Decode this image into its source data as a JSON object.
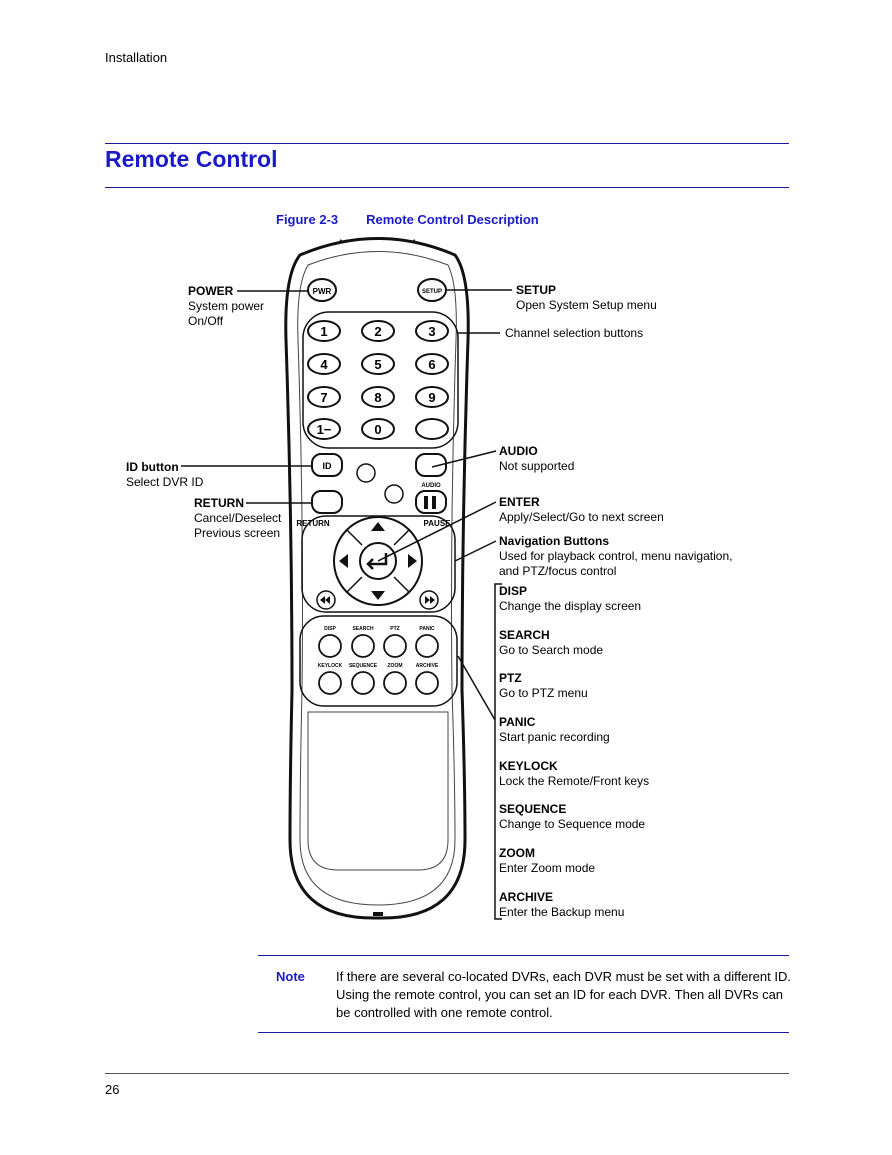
{
  "header": {
    "section": "Installation"
  },
  "section_title": "Remote Control",
  "figure": {
    "number": "Figure 2-3",
    "title": "Remote Control Description"
  },
  "remote_labels": {
    "pwr": "PWR",
    "setup": "SETUP",
    "digits": [
      "1",
      "2",
      "3",
      "4",
      "5",
      "6",
      "7",
      "8",
      "9",
      "1−",
      "0"
    ],
    "audio": "AUDIO",
    "return": "RETURN",
    "pause": "PAUSE",
    "row1": [
      "DISP",
      "SEARCH",
      "PTZ",
      "PANIC"
    ],
    "row2": [
      "KEYLOCK",
      "SEQUENCE",
      "ZOOM",
      "ARCHIVE"
    ]
  },
  "callouts": {
    "power": {
      "title": "POWER",
      "desc1": "System power",
      "desc2": "On/Off"
    },
    "setup": {
      "title": "SETUP",
      "desc1": "Open System Setup menu"
    },
    "channel": {
      "desc1": "Channel selection buttons"
    },
    "id": {
      "title": "ID button",
      "desc1": "Select DVR ID"
    },
    "audio": {
      "title": "AUDIO",
      "desc1": "Not supported"
    },
    "return": {
      "title": "RETURN",
      "desc1": "Cancel/Deselect",
      "desc2": "Previous screen"
    },
    "enter": {
      "title": "ENTER",
      "desc1": "Apply/Select/Go to next screen"
    },
    "nav": {
      "title": "Navigation Buttons",
      "desc1": "Used for playback control, menu navigation,",
      "desc2": "and PTZ/focus control"
    },
    "disp": {
      "title": "DISP",
      "desc1": "Change the display screen"
    },
    "search": {
      "title": "SEARCH",
      "desc1": "Go to Search mode"
    },
    "ptz": {
      "title": "PTZ",
      "desc1": "Go to PTZ menu"
    },
    "panic": {
      "title": "PANIC",
      "desc1": "Start panic recording"
    },
    "keylock": {
      "title": "KEYLOCK",
      "desc1": "Lock the Remote/Front keys"
    },
    "sequence": {
      "title": "SEQUENCE",
      "desc1": "Change to Sequence mode"
    },
    "zoom": {
      "title": "ZOOM",
      "desc1": "Enter Zoom mode"
    },
    "archive": {
      "title": "ARCHIVE",
      "desc1": "Enter the Backup menu"
    }
  },
  "note": {
    "label": "Note",
    "text": "If there are several co-located DVRs, each DVR must be set with a different ID. Using the remote control, you can set an ID for each DVR. Then all DVRs can be controlled with one remote control."
  },
  "page_number": "26",
  "colors": {
    "heading_blue": "#1a1acc",
    "rule_blue": "#1a1aa8"
  }
}
